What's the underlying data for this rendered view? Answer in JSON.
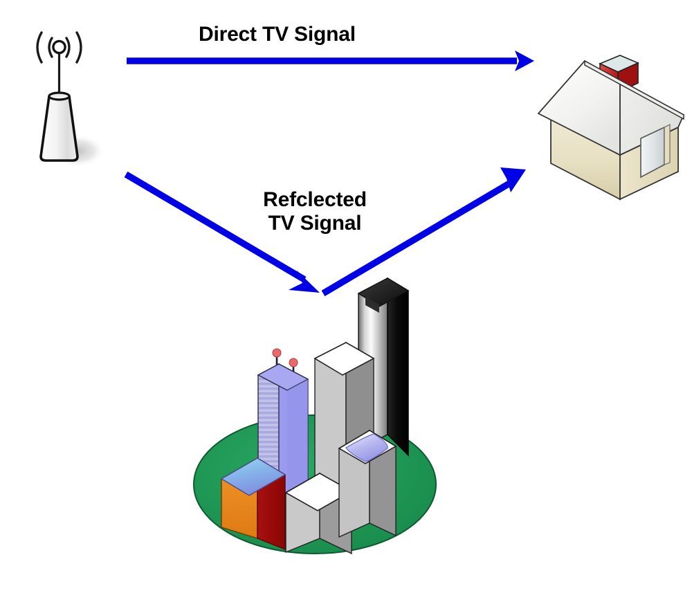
{
  "diagram": {
    "title": "TV Signal Multipath Propagation Diagram",
    "background_color": "#ffffff",
    "labels": {
      "direct": "Direct TV Signal",
      "reflected_line1": "Refclected",
      "reflected_line2": "TV Signal"
    },
    "colors": {
      "arrow_blue": "#0000E6",
      "label_black": "#000000",
      "ground_green": "#1F9A57",
      "tower_black": "#0a0a0a",
      "tower_silver": "#f2f2f2",
      "twin_tower_periwinkle": "#9A9AEE",
      "twin_tower_window_face": "#b9b9e8",
      "orange_building": "#E8821E",
      "dark_red_building": "#9B0D0D",
      "gray_building_light": "#cccccc",
      "gray_building_dark": "#9a9a9a",
      "building_top_white": "#ffffff",
      "dome_periwinkle": "#9A9AEE",
      "house_wall": "#e8e0c4",
      "house_wall_shade": "#d4cba8",
      "house_roof": "#f4f4f2",
      "house_roof_shade": "#e3e3e0",
      "chimney_red": "#cf2222",
      "chimney_top": "#dfe8e8",
      "house_door": "#d9dde0",
      "antenna_body": "#efefef",
      "antenna_outline": "#111111",
      "shadow_gray": "#d0d0d0"
    },
    "elements": [
      {
        "name": "transmitter-antenna",
        "kind": "icon",
        "description": "broadcast antenna tower with signal waves",
        "position": "upper-left"
      },
      {
        "name": "receiver-house",
        "kind": "icon",
        "description": "isometric house with chimney and door",
        "position": "upper-right"
      },
      {
        "name": "city-skyline",
        "kind": "icon",
        "description": "isometric city block on green ellipse with skyscrapers",
        "position": "bottom-center"
      },
      {
        "name": "direct-signal-arrow",
        "kind": "arrow",
        "from": "transmitter-antenna",
        "to": "receiver-house",
        "path": "horizontal"
      },
      {
        "name": "reflected-signal-down-arrow",
        "kind": "arrow",
        "from": "transmitter-antenna",
        "to": "city-skyline",
        "path": "diagonal-down-right"
      },
      {
        "name": "reflected-signal-up-arrow",
        "kind": "arrow",
        "from": "city-skyline",
        "to": "receiver-house",
        "path": "diagonal-up-right"
      }
    ]
  }
}
